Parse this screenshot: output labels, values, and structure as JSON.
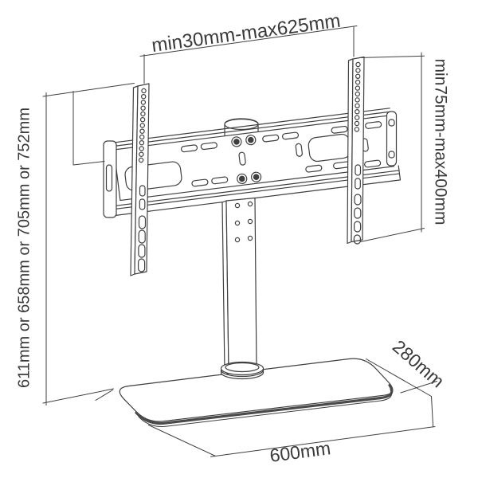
{
  "diagram": {
    "labels": {
      "top_span": "min30mm-max625mm",
      "right_height": "min75mm-max400mm",
      "left_height": "611mm or 658mm or 705mm or 752mm",
      "base_width": "600mm",
      "base_depth": "280mm"
    },
    "colors": {
      "line": "#3f3f3f",
      "text": "#3a3a3a",
      "background": "#ffffff",
      "glass_edge": "#4a4a4a"
    }
  }
}
